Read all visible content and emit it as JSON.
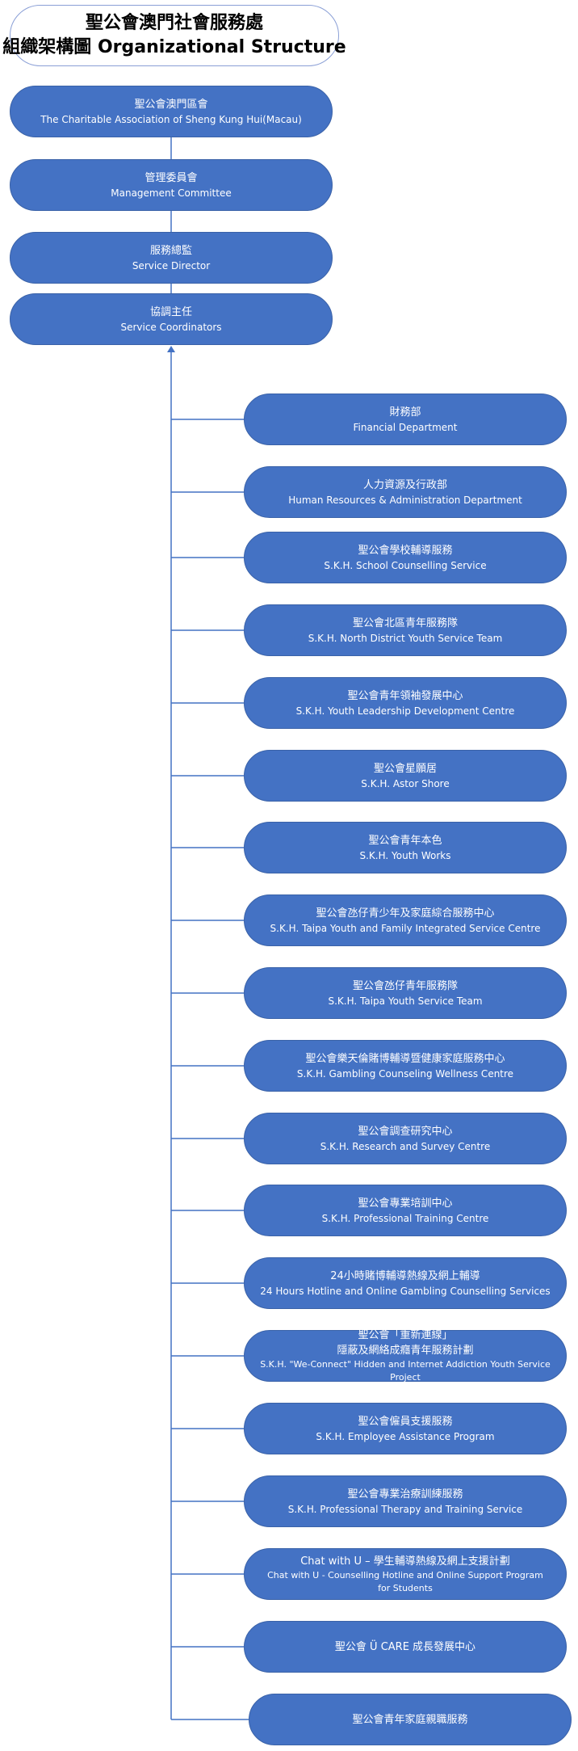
{
  "title": {
    "line1": "聖公會澳門社會服務處",
    "line2": "組織架構圖 Organizational Structure"
  },
  "hierarchy": [
    {
      "zh": "聖公會澳門區會",
      "en": "The Charitable Association of Sheng Kung Hui(Macau)"
    },
    {
      "zh": "管理委員會",
      "en": "Management Committee"
    },
    {
      "zh": "服務總監",
      "en": "Service Director"
    },
    {
      "zh": "協調主任",
      "en": "Service Coordinators"
    }
  ],
  "units": [
    {
      "lines": [
        "財務部",
        "Financial Department"
      ]
    },
    {
      "lines": [
        "人力資源及行政部",
        "Human Resources & Administration Department"
      ]
    },
    {
      "lines": [
        "聖公會學校輔導服務",
        "S.K.H. School Counselling Service"
      ]
    },
    {
      "lines": [
        "聖公會北區青年服務隊",
        "S.K.H. North District Youth Service Team"
      ]
    },
    {
      "lines": [
        "聖公會青年領袖發展中心",
        "S.K.H. Youth Leadership Development Centre"
      ]
    },
    {
      "lines": [
        "聖公會星願居",
        "S.K.H. Astor Shore"
      ]
    },
    {
      "lines": [
        "聖公會青年本色",
        "S.K.H. Youth Works"
      ]
    },
    {
      "lines": [
        "聖公會氹仔青少年及家庭綜合服務中心",
        "S.K.H. Taipa Youth and Family Integrated Service Centre"
      ]
    },
    {
      "lines": [
        "聖公會氹仔青年服務隊",
        "S.K.H. Taipa Youth Service Team"
      ]
    },
    {
      "lines": [
        "聖公會樂天倫賭博輔導暨健康家庭服務中心",
        "S.K.H. Gambling Counseling Wellness Centre"
      ]
    },
    {
      "lines": [
        "聖公會調查研究中心",
        "S.K.H. Research and Survey Centre"
      ]
    },
    {
      "lines": [
        "聖公會專業培訓中心",
        "S.K.H. Professional Training Centre"
      ]
    },
    {
      "lines": [
        "24小時賭博輔導熱線及網上輔導",
        "24 Hours Hotline and Online Gambling Counselling Services"
      ]
    },
    {
      "lines": [
        "聖公會「重新連線」",
        "隱蔽及網絡成癮青年服務計劃",
        "S.K.H. \"We-Connect\" Hidden and Internet Addiction Youth Service Project"
      ]
    },
    {
      "lines": [
        "聖公會僱員支援服務",
        "S.K.H. Employee Assistance Program"
      ]
    },
    {
      "lines": [
        "聖公會專業治療訓練服務",
        "S.K.H. Professional Therapy and Training Service"
      ]
    },
    {
      "lines": [
        "Chat with U – 學生輔導熱線及網上支援計劃",
        "Chat with U - Counselling Hotline and Online Support Program",
        "for Students"
      ]
    },
    {
      "lines": [
        "聖公會 Ü CARE 成長發展中心"
      ]
    },
    {
      "lines": [
        "聖公會青年家庭親職服務"
      ]
    }
  ],
  "colors": {
    "node_fill": "#4472c4",
    "line": "#4472c4",
    "text": "#ffffff"
  }
}
